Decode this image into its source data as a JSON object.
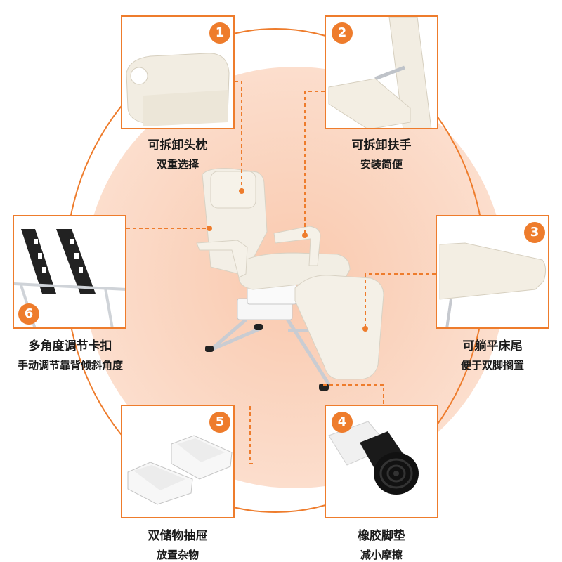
{
  "features": [
    {
      "num": "1",
      "title": "可拆卸头枕",
      "sub": "双重选择"
    },
    {
      "num": "2",
      "title": "可拆卸扶手",
      "sub": "安装简便"
    },
    {
      "num": "3",
      "title": "可躺平床尾",
      "sub": "便于双脚搁置"
    },
    {
      "num": "4",
      "title": "橡胶脚垫",
      "sub": "减小摩擦"
    },
    {
      "num": "5",
      "title": "双储物抽屉",
      "sub": "放置杂物"
    },
    {
      "num": "6",
      "title": "多角度调节卡扣",
      "sub": "手动调节靠背倾斜角度"
    }
  ],
  "colors": {
    "accent": "#ee7c2c",
    "glow": "#f9c9ae",
    "chair": "#f3efe6"
  }
}
